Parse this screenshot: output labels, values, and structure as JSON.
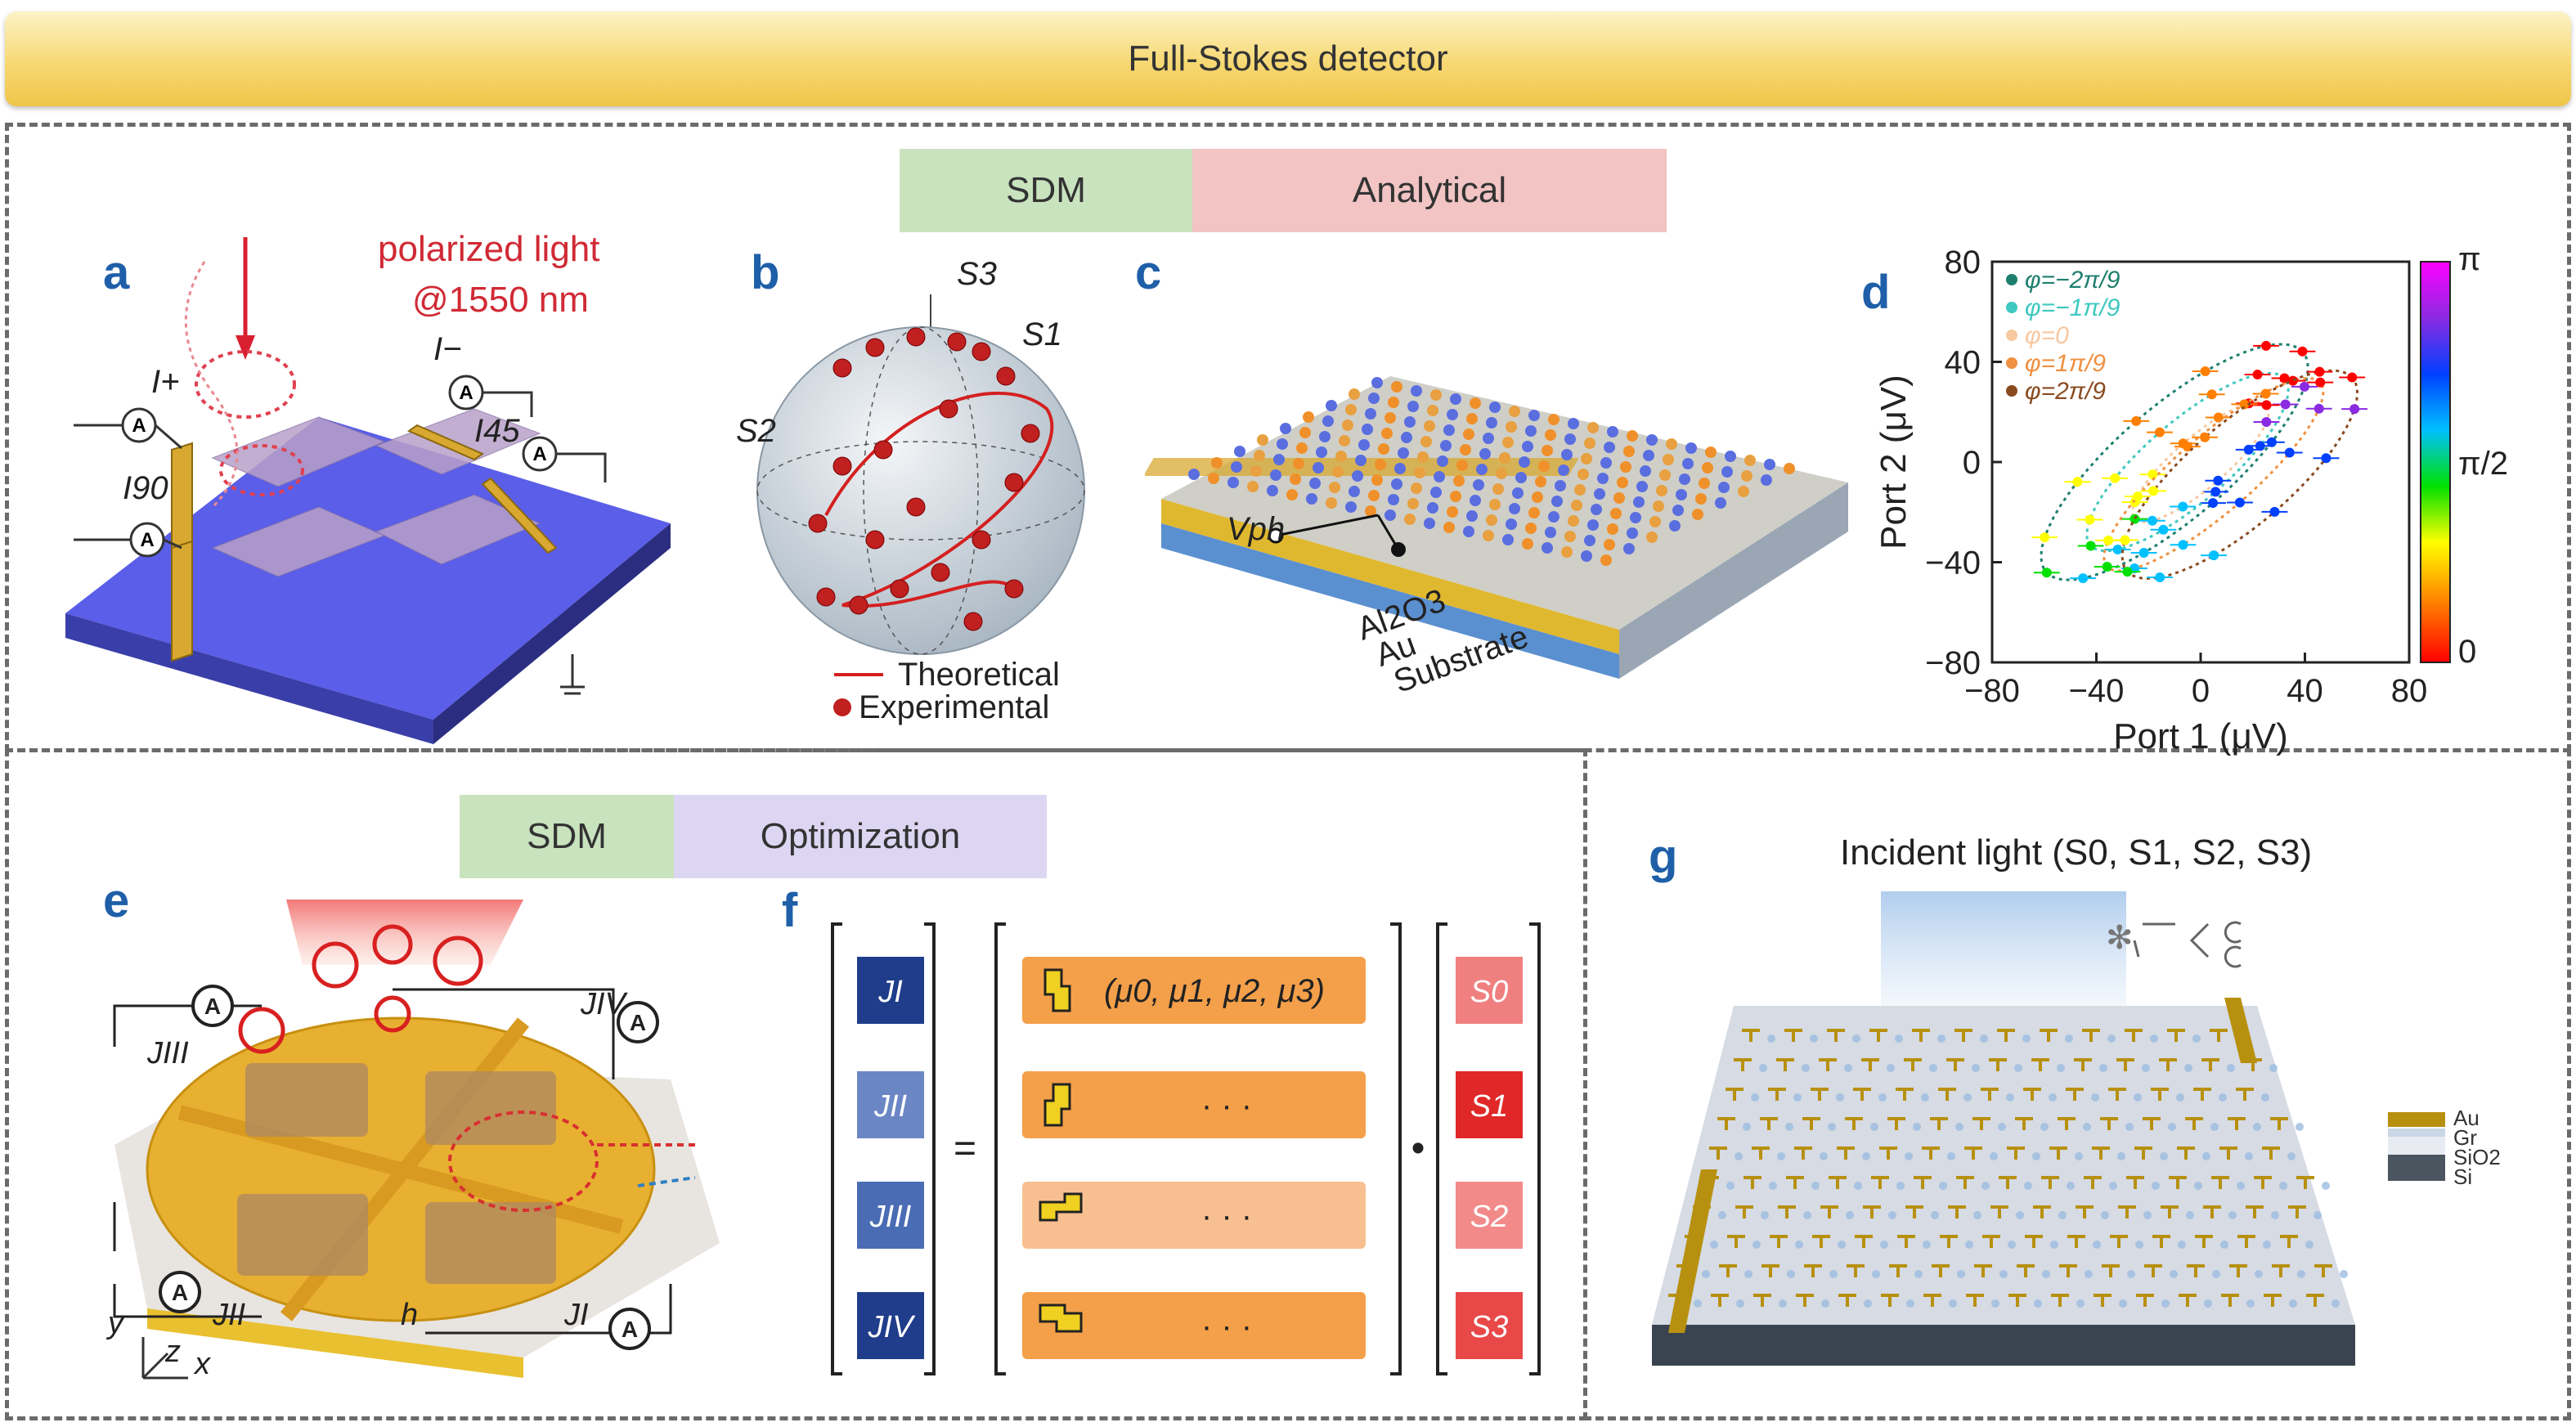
{
  "banner": {
    "title": "Full-Stokes detector"
  },
  "tags": {
    "sdm": "SDM",
    "analytical": "Analytical",
    "optimization": "Optimization"
  },
  "labels": {
    "a": "a",
    "b": "b",
    "c": "c",
    "d": "d",
    "e": "e",
    "f": "f",
    "g": "g"
  },
  "panel_a": {
    "light_text": "polarized light",
    "light_wavelength": "@1550 nm",
    "i_plus": "I+",
    "i_minus": "I−",
    "i45": "I45",
    "i90": "I90",
    "meter": "A"
  },
  "panel_b": {
    "s1": "S1",
    "s2": "S2",
    "s3": "S3",
    "legend_theory": "Theoretical",
    "legend_exp": "Experimental"
  },
  "panel_c": {
    "vph": "Vph",
    "al2o3": "Al2O3",
    "au": "Au",
    "substrate": "Substrate"
  },
  "panel_e": {
    "j1": "JI",
    "j2": "JII",
    "j3": "JIII",
    "j4": "JIV",
    "h": "h",
    "ax_x": "x",
    "ax_y": "y",
    "ax_z": "z",
    "meter": "A"
  },
  "panel_f": {
    "j": [
      "JI",
      "JII",
      "JIII",
      "JIV"
    ],
    "s": [
      "S0",
      "S1",
      "S2",
      "S3"
    ],
    "row1": "(μ0, μ1, μ2, μ3)",
    "dots": "· · ·",
    "eq": "=",
    "dot": "•"
  },
  "panel_g": {
    "title": "Incident light (S0, S1, S2, S3)",
    "legend": [
      "Au",
      "Gr",
      "SiO2",
      "Si"
    ],
    "legend_colors": [
      "#b8900f",
      "#c9d6e6",
      "#e8ecf2",
      "#4a5560"
    ]
  },
  "chart_data": {
    "type": "scatter",
    "xlabel": "Port 1 (μV)",
    "ylabel": "Port 2 (μV)",
    "xlim": [
      -80,
      80
    ],
    "ylim": [
      -80,
      80
    ],
    "xticks": [
      -80,
      -40,
      0,
      40,
      80
    ],
    "yticks": [
      -80,
      -40,
      0,
      40,
      80
    ],
    "colorbar": {
      "ticks": [
        "π",
        "π/2",
        "0"
      ],
      "colors": [
        "#ff00ff",
        "#8a2be2",
        "#0040ff",
        "#00c0ff",
        "#00e000",
        "#ffff00",
        "#ff8000",
        "#ff0000"
      ]
    },
    "series": [
      {
        "name": "φ=−2π/9",
        "color": "#1f7f6f",
        "marker": "circle",
        "cx": -10,
        "cy": 0,
        "rx": 66,
        "ry": 22,
        "rot": 42
      },
      {
        "name": "φ=−1π/9",
        "color": "#3fc8c0",
        "marker": "diamond",
        "cx": -5,
        "cy": 0,
        "rx": 50,
        "ry": 16,
        "rot": 42
      },
      {
        "name": "φ=0",
        "color": "#f8c8a0",
        "marker": "square",
        "cx": 0,
        "cy": 0,
        "rx": 34,
        "ry": 10,
        "rot": 42
      },
      {
        "name": "φ=1π/9",
        "color": "#f09040",
        "marker": "triangle",
        "cx": 5,
        "cy": -5,
        "rx": 55,
        "ry": 15,
        "rot": 42
      },
      {
        "name": "φ=2π/9",
        "color": "#8a4a20",
        "marker": "star",
        "cx": 15,
        "cy": -5,
        "rx": 58,
        "ry": 20,
        "rot": 42
      }
    ]
  }
}
